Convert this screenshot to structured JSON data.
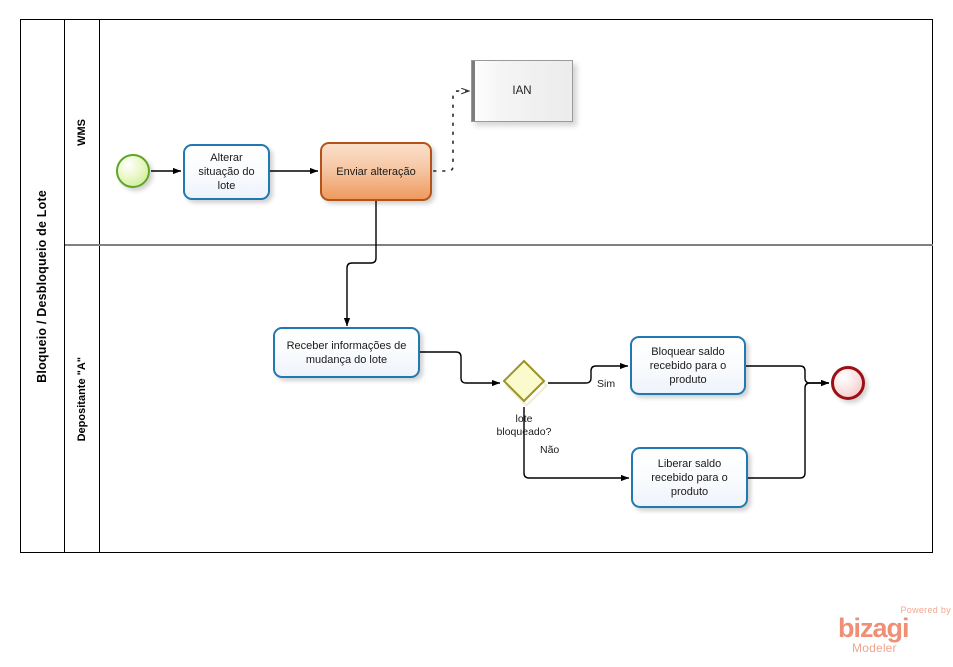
{
  "diagram": {
    "type": "bpmn-process",
    "pool_title": "Bloqueio / Desbloqueio de Lote",
    "lanes": [
      {
        "id": "lane-wms",
        "label": "WMS"
      },
      {
        "id": "lane-depositante",
        "label": "Depositante \"A\""
      }
    ],
    "events": [
      {
        "id": "start-event",
        "kind": "start",
        "label": ""
      },
      {
        "id": "end-event",
        "kind": "end",
        "label": ""
      }
    ],
    "tasks": [
      {
        "id": "task-alterar-situacao",
        "label": "Alterar situação do lote",
        "lane": "WMS",
        "style": "blue"
      },
      {
        "id": "task-enviar-alteracao",
        "label": "Enviar alteração",
        "lane": "WMS",
        "style": "orange"
      },
      {
        "id": "task-receber-informacoes",
        "label": "Receber informações de mudança do lote",
        "lane": "Depositante \"A\"",
        "style": "blue"
      },
      {
        "id": "task-bloquear-saldo",
        "label": "Bloquear saldo recebido para o produto",
        "lane": "Depositante \"A\"",
        "style": "blue"
      },
      {
        "id": "task-liberar-saldo",
        "label": "Liberar saldo recebido para o produto",
        "lane": "Depositante \"A\"",
        "style": "blue"
      }
    ],
    "gateways": [
      {
        "id": "gateway-lote-bloqueado",
        "kind": "exclusive",
        "label_line1": "lote",
        "label_line2": "bloqueado?"
      }
    ],
    "blackbox_pools": [
      {
        "id": "blackbox-ian",
        "label": "IAN"
      }
    ],
    "flow_labels": {
      "yes": "Sim",
      "no": "Não"
    },
    "colors": {
      "task_blue_border": "#2079b0",
      "task_orange_border": "#b5521a",
      "start_event_border": "#5fa524",
      "end_event_border": "#9c0f14",
      "gateway_border": "#9a9326",
      "gateway_fill": "#fbfacd",
      "lane_divider": "#808080",
      "pool_border": "#000000",
      "flow_stroke": "#000000",
      "logo_accent": "#ef8f76"
    }
  },
  "branding": {
    "powered_by": "Powered by",
    "product": "bizagi",
    "edition": "Modeler"
  }
}
